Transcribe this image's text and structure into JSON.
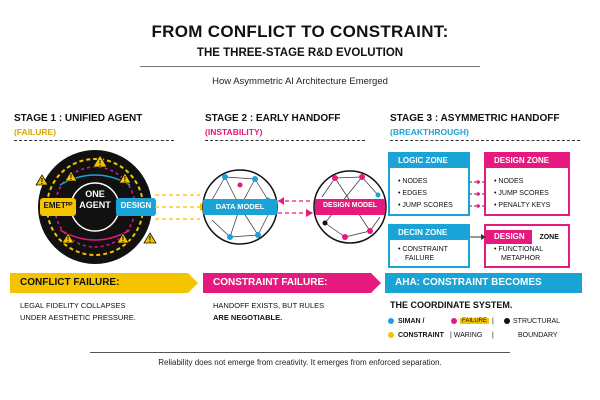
{
  "header": {
    "title": "FROM CONFLICT TO CONSTRAINT:",
    "subtitle": "THE THREE-STAGE R&D EVOLUTION",
    "tagline": "How Asymmetric AI Architecture Emerged"
  },
  "stages": [
    {
      "title": "STAGE 1 : UNIFIED AGENT",
      "status": "(FAILURE)"
    },
    {
      "title": "STAGE 2 : EARLY HANDOFF",
      "status": "(INSTABILITY)"
    },
    {
      "title": "STAGE 3 : ASYMMETRIC HANDOFF",
      "status": "(BREAKTHROUGH)"
    }
  ],
  "stage1": {
    "center_line1": "ONE",
    "center_line2": "AGENT",
    "left_label": "EMETᴾᴾ",
    "right_label": "DESIGN"
  },
  "stage2": {
    "left_label": "DATA MODEL",
    "right_label": "DESIGN MODEL"
  },
  "stage3": {
    "logic_zone": {
      "title": "LOGIC ZONE",
      "items": [
        "• NODES",
        "• EDGES",
        "• JUMP SCORES"
      ]
    },
    "design_zone": {
      "title": "DESIGN ZONE",
      "items": [
        "• NODES",
        "• JUMP SCORES",
        "• PENALTY KEYS"
      ]
    },
    "decin_zone": {
      "title": "DECIN ZONE",
      "items": [
        "• CONSTRAINT",
        "FAILURE"
      ]
    },
    "design_zone2": {
      "title": "DESIGN",
      "suffix": "ZONE",
      "items": [
        "• FUNCTIONAL",
        "METAPHOR"
      ]
    }
  },
  "banners": [
    {
      "label": "CONFLICT FAILURE:",
      "line1": "LEGAL FIDELITY COLLAPSES",
      "line2": "UNDER AESTHETIC PRESSURE."
    },
    {
      "label": "CONSTRAINT FAILURE:",
      "line1": "HANDOFF EXISTS, BUT RULES",
      "line2": "ARE NEGOTIABLE."
    },
    {
      "label": "AHA: CONSTRAINT BECOMES",
      "line1": "THE COORDINATE SYSTEM.",
      "line2": ""
    }
  ],
  "legend": {
    "row1": [
      "SIMAN /",
      "FAILURE",
      "|",
      "STRUCTURAL"
    ],
    "row2": [
      "CONSTRAINT",
      "| WARING",
      "|",
      "BOUNDARY"
    ]
  },
  "footer": "Reliability does not emerge from creativity. It emerges from enforced separation.",
  "colors": {
    "yellow": "#f5c400",
    "magenta": "#e6197e",
    "cyan": "#1aa3d6",
    "dark": "#111111"
  }
}
